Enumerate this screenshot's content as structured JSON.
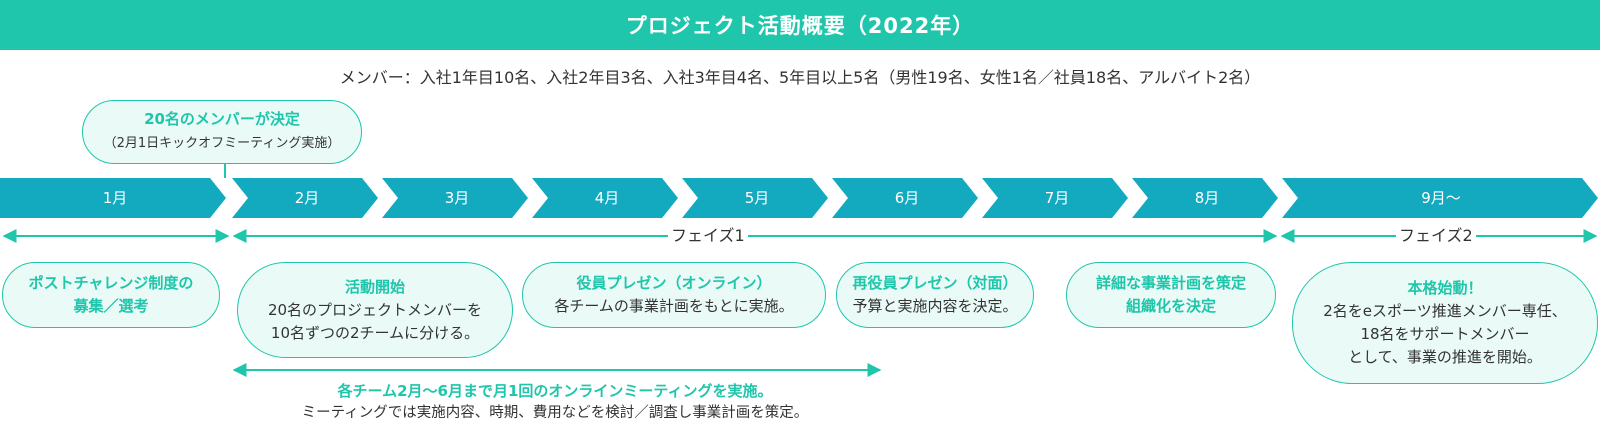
{
  "title": "プロジェクト活動概要（2022年）",
  "members": "メンバー：入社1年目10名、入社2年目3名、入社3年目4名、5年目以上5名（男性19名、女性1名／社員18名、アルバイト2名）",
  "callout": {
    "title": "20名のメンバーが決定",
    "sub": "（2月1日キックオフミーティング実施）"
  },
  "months": [
    "1月",
    "2月",
    "3月",
    "4月",
    "5月",
    "6月",
    "7月",
    "8月",
    "9月〜"
  ],
  "phases": [
    "フェイズ1",
    "フェイズ2"
  ],
  "boxes": [
    {
      "title": "ポストチャレンジ制度の",
      "body": "募集／選考"
    },
    {
      "title": "活動開始",
      "body": "20名のプロジェクトメンバーを",
      "body2": "10名ずつの2チームに分ける。"
    },
    {
      "title": "役員プレゼン（オンライン）",
      "body": "各チームの事業計画をもとに実施。"
    },
    {
      "title": "再役員プレゼン（対面）",
      "body": "予算と実施内容を決定。"
    },
    {
      "title": "詳細な事業計画を策定",
      "body": "組織化を決定"
    },
    {
      "title": "本格始動！",
      "body": "2名をeスポーツ推進メンバー専任、",
      "body2": "18名をサポートメンバー",
      "body3": "として、事業の推進を開始。"
    }
  ],
  "meeting": {
    "title": "各チーム2月〜6月まで月1回のオンラインミーティングを実施。",
    "body": "ミーティングでは実施内容、時期、費用などを検討／調査し事業計画を策定。"
  },
  "colors": {
    "title_bg": "#1fc6ab",
    "month_arrow": "#13a9bf",
    "accent": "#1fc6ab",
    "box_bg": "#eafaf6",
    "text": "#333333"
  }
}
